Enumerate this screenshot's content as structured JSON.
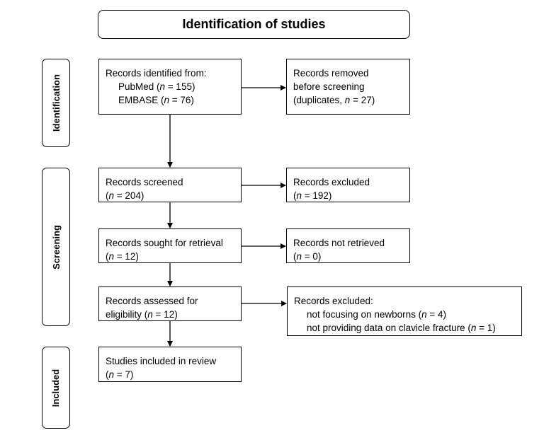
{
  "title": "Identification of studies",
  "phases": {
    "identification": "Identification",
    "screening": "Screening",
    "included": "Included"
  },
  "boxes": {
    "identified": {
      "heading": "Records identified from:",
      "pubmed_label": "PubMed (",
      "pubmed_value": " = 155)",
      "embase_label": "EMBASE (",
      "embase_value": " = 76)"
    },
    "removed": {
      "line1": "Records removed",
      "line2": "before screening",
      "line3_a": "(duplicates, ",
      "line3_b": " = 27)"
    },
    "screened": {
      "heading": "Records screened",
      "value": " = 204)"
    },
    "excluded_screen": {
      "heading": "Records excluded",
      "value": " = 192)"
    },
    "retrieval": {
      "heading": "Records sought for retrieval",
      "value": " = 12)"
    },
    "not_retrieved": {
      "heading": "Records not retrieved",
      "value": " = 0)"
    },
    "eligibility": {
      "line1": "Records assessed for",
      "line2_a": "eligibility (",
      "line2_b": " = 12)"
    },
    "excluded_elig": {
      "heading": "Records excluded:",
      "reason1_a": "not focusing on newborns (",
      "reason1_b": " = 4)",
      "reason2_a": "not providing data on clavicle fracture (",
      "reason2_b": " = 1)"
    },
    "included": {
      "heading": "Studies included in review",
      "value": " = 7)"
    }
  },
  "symbols": {
    "n": "n",
    "open_paren": "("
  }
}
